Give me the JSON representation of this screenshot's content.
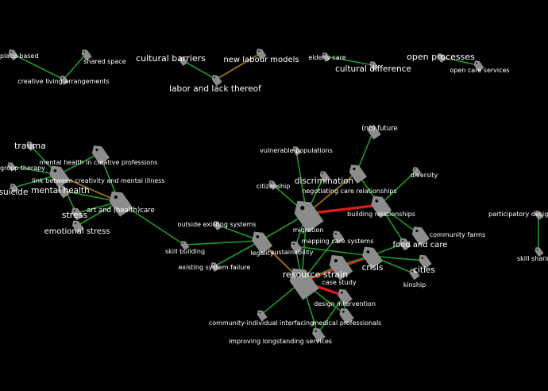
{
  "colors": {
    "background": "#000000",
    "edge_default": "#1f9a2a",
    "edge_strong": "#e01b1b",
    "edge_mid": "#8a6a1a",
    "tag": "#8c8c8c",
    "label": "#ffffff"
  },
  "icon": "tag-icon",
  "nodes": [
    {
      "id": "place_based",
      "label": "place-based"
    },
    {
      "id": "shared_space",
      "label": "shared space"
    },
    {
      "id": "creative_living",
      "label": "creative living arrangements"
    },
    {
      "id": "cultural_barriers",
      "label": "cultural barriers"
    },
    {
      "id": "new_labour",
      "label": "new labour models"
    },
    {
      "id": "labor_lack",
      "label": "labor and lack thereof"
    },
    {
      "id": "elderly_care",
      "label": "elderly care"
    },
    {
      "id": "cultural_difference",
      "label": "cultural difference"
    },
    {
      "id": "open_processes",
      "label": "open processes"
    },
    {
      "id": "open_care",
      "label": "open care services"
    },
    {
      "id": "trauma",
      "label": "trauma"
    },
    {
      "id": "group_therapy",
      "label": "group therapy"
    },
    {
      "id": "mh_creative",
      "label": "mental health in creative professions"
    },
    {
      "id": "link_creativity",
      "label": "link between creativity and mental illness"
    },
    {
      "id": "suicide",
      "label": "suicide"
    },
    {
      "id": "mental_health",
      "label": "mental health"
    },
    {
      "id": "art_healthcare",
      "label": "art and (health)care"
    },
    {
      "id": "stress",
      "label": "stress"
    },
    {
      "id": "emotional_stress",
      "label": "emotional stress"
    },
    {
      "id": "no_future",
      "label": "(no) future"
    },
    {
      "id": "vulnerable",
      "label": "vulnerable populations"
    },
    {
      "id": "diversity",
      "label": "diversity"
    },
    {
      "id": "discrimination",
      "label": "discrimination"
    },
    {
      "id": "citizenship",
      "label": "citizenship"
    },
    {
      "id": "negotiating",
      "label": "negotiating care relationships"
    },
    {
      "id": "building_rel",
      "label": "building relationships"
    },
    {
      "id": "participatory",
      "label": "participatory design/"
    },
    {
      "id": "outside_systems",
      "label": "outside existing systems"
    },
    {
      "id": "migration",
      "label": "migration"
    },
    {
      "id": "community_farms",
      "label": "community farms"
    },
    {
      "id": "mapping_care",
      "label": "mapping care systems"
    },
    {
      "id": "food_care",
      "label": "food and care"
    },
    {
      "id": "skill_building",
      "label": "skill building"
    },
    {
      "id": "legality",
      "label": "legality"
    },
    {
      "id": "sustainability",
      "label": "sustainability"
    },
    {
      "id": "skill_sharing",
      "label": "skill sharing"
    },
    {
      "id": "crisis",
      "label": "crisis"
    },
    {
      "id": "cities",
      "label": "cities"
    },
    {
      "id": "system_failure",
      "label": "existing system failure"
    },
    {
      "id": "resource_strain",
      "label": "resource strain"
    },
    {
      "id": "case_study",
      "label": "case study"
    },
    {
      "id": "kinship",
      "label": "kinship"
    },
    {
      "id": "design_intervention",
      "label": "design intervention"
    },
    {
      "id": "community_interfacing",
      "label": "community-individual interfacing"
    },
    {
      "id": "medical_professionals",
      "label": "medical professionals"
    },
    {
      "id": "improving_services",
      "label": "improving longstanding services"
    }
  ],
  "edges": [
    {
      "source": "place_based",
      "target": "creative_living",
      "weight": "default"
    },
    {
      "source": "shared_space",
      "target": "creative_living",
      "weight": "default"
    },
    {
      "source": "cultural_barriers",
      "target": "labor_lack",
      "weight": "default"
    },
    {
      "source": "new_labour",
      "target": "labor_lack",
      "weight": "mid"
    },
    {
      "source": "elderly_care",
      "target": "cultural_difference",
      "weight": "default"
    },
    {
      "source": "open_processes",
      "target": "open_care",
      "weight": "default"
    },
    {
      "source": "trauma",
      "target": "link_creativity",
      "weight": "default"
    },
    {
      "source": "group_therapy",
      "target": "link_creativity",
      "weight": "default"
    },
    {
      "source": "mh_creative",
      "target": "link_creativity",
      "weight": "default"
    },
    {
      "source": "mh_creative",
      "target": "art_healthcare",
      "weight": "default"
    },
    {
      "source": "link_creativity",
      "target": "art_healthcare",
      "weight": "mid"
    },
    {
      "source": "suicide",
      "target": "link_creativity",
      "weight": "default"
    },
    {
      "source": "mental_health",
      "target": "link_creativity",
      "weight": "default"
    },
    {
      "source": "mental_health",
      "target": "art_healthcare",
      "weight": "default"
    },
    {
      "source": "stress",
      "target": "link_creativity",
      "weight": "default"
    },
    {
      "source": "stress",
      "target": "art_healthcare",
      "weight": "default"
    },
    {
      "source": "emotional_stress",
      "target": "art_healthcare",
      "weight": "default"
    },
    {
      "source": "art_healthcare",
      "target": "skill_building",
      "weight": "default"
    },
    {
      "source": "no_future",
      "target": "negotiating",
      "weight": "default"
    },
    {
      "source": "vulnerable",
      "target": "migration",
      "weight": "default"
    },
    {
      "source": "diversity",
      "target": "building_rel",
      "weight": "default"
    },
    {
      "source": "discrimination",
      "target": "migration",
      "weight": "default"
    },
    {
      "source": "citizenship",
      "target": "migration",
      "weight": "default"
    },
    {
      "source": "negotiating",
      "target": "migration",
      "weight": "mid"
    },
    {
      "source": "negotiating",
      "target": "building_rel",
      "weight": "default"
    },
    {
      "source": "migration",
      "target": "building_rel",
      "weight": "strong"
    },
    {
      "source": "building_rel",
      "target": "community_farms",
      "weight": "default"
    },
    {
      "source": "building_rel",
      "target": "food_care",
      "weight": "default"
    },
    {
      "source": "outside_systems",
      "target": "legality",
      "weight": "default"
    },
    {
      "source": "skill_building",
      "target": "legality",
      "weight": "default"
    },
    {
      "source": "system_failure",
      "target": "legality",
      "weight": "default"
    },
    {
      "source": "migration",
      "target": "legality",
      "weight": "default"
    },
    {
      "source": "migration",
      "target": "resource_strain",
      "weight": "default"
    },
    {
      "source": "migration",
      "target": "sustainability",
      "weight": "default"
    },
    {
      "source": "mapping_care",
      "target": "resource_strain",
      "weight": "default"
    },
    {
      "source": "legality",
      "target": "resource_strain",
      "weight": "mid"
    },
    {
      "source": "sustainability",
      "target": "resource_strain",
      "weight": "default"
    },
    {
      "source": "resource_strain",
      "target": "crisis",
      "weight": "strong"
    },
    {
      "source": "sustainability",
      "target": "crisis",
      "weight": "default"
    },
    {
      "source": "food_care",
      "target": "crisis",
      "weight": "default"
    },
    {
      "source": "crisis",
      "target": "cities",
      "weight": "default"
    },
    {
      "source": "crisis",
      "target": "kinship",
      "weight": "default"
    },
    {
      "source": "resource_strain",
      "target": "case_study",
      "weight": "default"
    },
    {
      "source": "resource_strain",
      "target": "design_intervention",
      "weight": "strong"
    },
    {
      "source": "resource_strain",
      "target": "medical_professionals",
      "weight": "default"
    },
    {
      "source": "resource_strain",
      "target": "community_interfacing",
      "weight": "default"
    },
    {
      "source": "resource_strain",
      "target": "improving_services",
      "weight": "default"
    },
    {
      "source": "design_intervention",
      "target": "medical_professionals",
      "weight": "default"
    },
    {
      "source": "design_intervention",
      "target": "improving_services",
      "weight": "default"
    },
    {
      "source": "case_study",
      "target": "crisis",
      "weight": "default"
    },
    {
      "source": "participatory",
      "target": "skill_sharing",
      "weight": "default"
    }
  ]
}
